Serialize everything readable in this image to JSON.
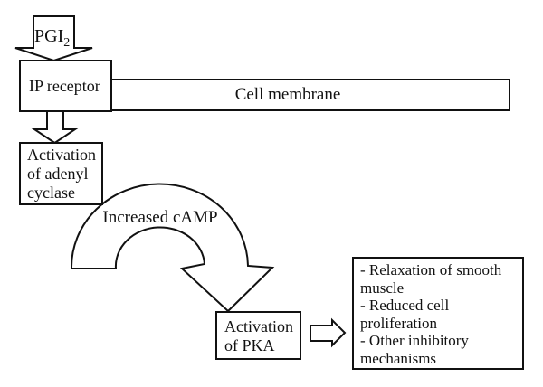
{
  "diagram": {
    "background_color": "#ffffff",
    "line_color": "#111111",
    "labels": {
      "pgi2_base": "PGI",
      "pgi2_subscript": "2",
      "ip_receptor": "IP receptor",
      "cell_membrane": "Cell membrane",
      "increased_camp": "Increased cAMP"
    },
    "boxes": {
      "adenyl_cyclase": {
        "lines": [
          "Activation",
          "of adenyl",
          "cyclase"
        ]
      },
      "pka": {
        "lines": [
          "Activation",
          "of PKA"
        ]
      },
      "effects": {
        "lines": [
          "- Relaxation of smooth",
          "muscle",
          "- Reduced cell",
          "proliferation",
          "- Other inhibitory",
          "mechanisms"
        ]
      }
    }
  }
}
